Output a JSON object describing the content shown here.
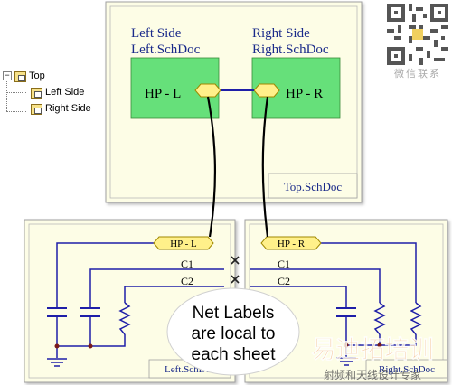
{
  "tree": {
    "root": "Top",
    "root_toggle": "−",
    "children": [
      "Left Side",
      "Right Side"
    ]
  },
  "top_sheet": {
    "doc_label": "Top.SchDoc",
    "left_symbol": {
      "name": "Left Side",
      "file": "Left.SchDoc",
      "port": "HP - L"
    },
    "right_symbol": {
      "name": "Right Side",
      "file": "Right.SchDoc",
      "port": "HP - R"
    }
  },
  "left_sheet": {
    "doc_label": "Left.SchDoc",
    "port": "HP - L",
    "net_labels": [
      "C1",
      "C2"
    ]
  },
  "right_sheet": {
    "doc_label": "Right.SchDoc",
    "port": "HP - R",
    "net_labels": [
      "C1",
      "C2"
    ]
  },
  "callout": {
    "lines": [
      "Net Labels",
      "are local to",
      "each sheet"
    ]
  },
  "watermark": {
    "qr_caption": "微信联系",
    "logo_text": "易迪拓培训",
    "logo_sub": "射频和天线设计专家"
  },
  "colors": {
    "sheet_bg": "#fdfde6",
    "sheet_border": "#a0a0a0",
    "symbol_fill": "#66e07a",
    "port_fill": "#fff08a",
    "port_border": "#a08800",
    "wire": "#1e1ea8",
    "doc_label": "#1a2a8a",
    "callout_fill": "#ffffff"
  }
}
